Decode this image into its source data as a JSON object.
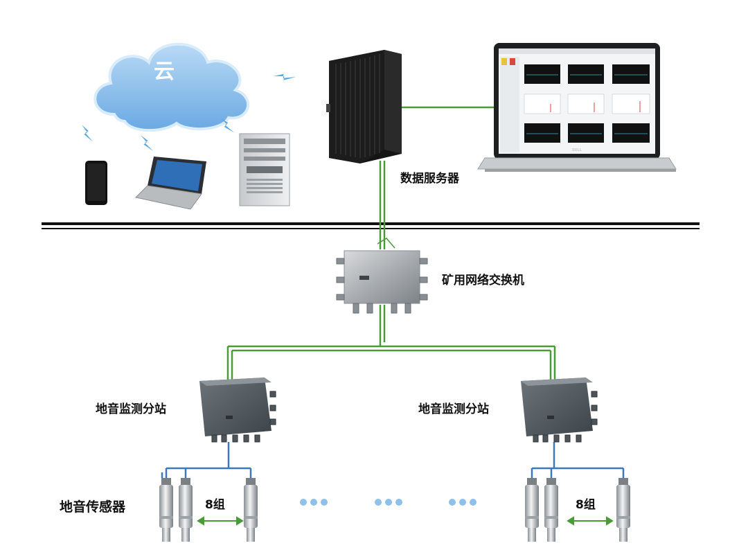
{
  "labels": {
    "cloud": "云",
    "data_server": "数据服务器",
    "mine_switch": "矿用网络交换机",
    "substation_left": "地音监测分站",
    "substation_right": "地音监测分站",
    "sensors": "地音传感器",
    "group_left": "8组",
    "group_right": "8组",
    "laptop_brand": "DELL"
  },
  "colors": {
    "green_link": "#4a9a3a",
    "blue_link": "#3b78c4",
    "divider": "#111111",
    "dots": "#8ec0ea",
    "lightning": "#5aa7de"
  }
}
